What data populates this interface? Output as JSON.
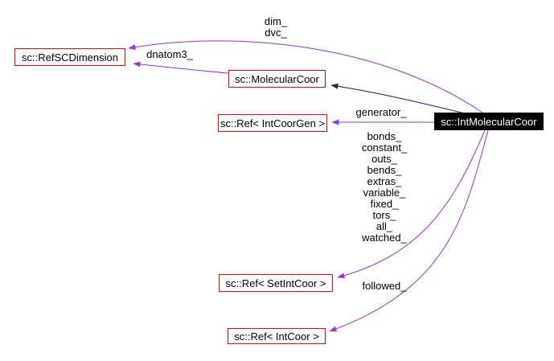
{
  "diagram": {
    "type": "collaboration-graph",
    "nodes": [
      {
        "label": "sc::RefSCDimension",
        "role": "related-class"
      },
      {
        "label": "sc::MolecularCoor",
        "role": "related-class"
      },
      {
        "label": "sc::Ref< IntCoorGen >",
        "role": "related-class"
      },
      {
        "label": "sc::IntMolecularCoor",
        "role": "main-class"
      },
      {
        "label": "sc::Ref< SetIntCoor >",
        "role": "related-class"
      },
      {
        "label": "sc::Ref< IntCoor >",
        "role": "related-class"
      }
    ],
    "labels": {
      "dim": "dim_",
      "dvc": "dvc_",
      "dnatom3": "dnatom3_",
      "generator": "generator_",
      "members": [
        "bonds_",
        "constant_",
        "outs_",
        "bends_",
        "extras_",
        "variable_",
        "fixed_",
        "tors_",
        "all_",
        "watched_"
      ],
      "followed": "followed_"
    },
    "colors": {
      "member_edge": "#9a32cd",
      "inheritance_edge": "#191970",
      "node_border": "#ff0000",
      "main_node_bg": "#000000",
      "main_node_text": "#ffffff",
      "background": "#ffffff"
    }
  }
}
